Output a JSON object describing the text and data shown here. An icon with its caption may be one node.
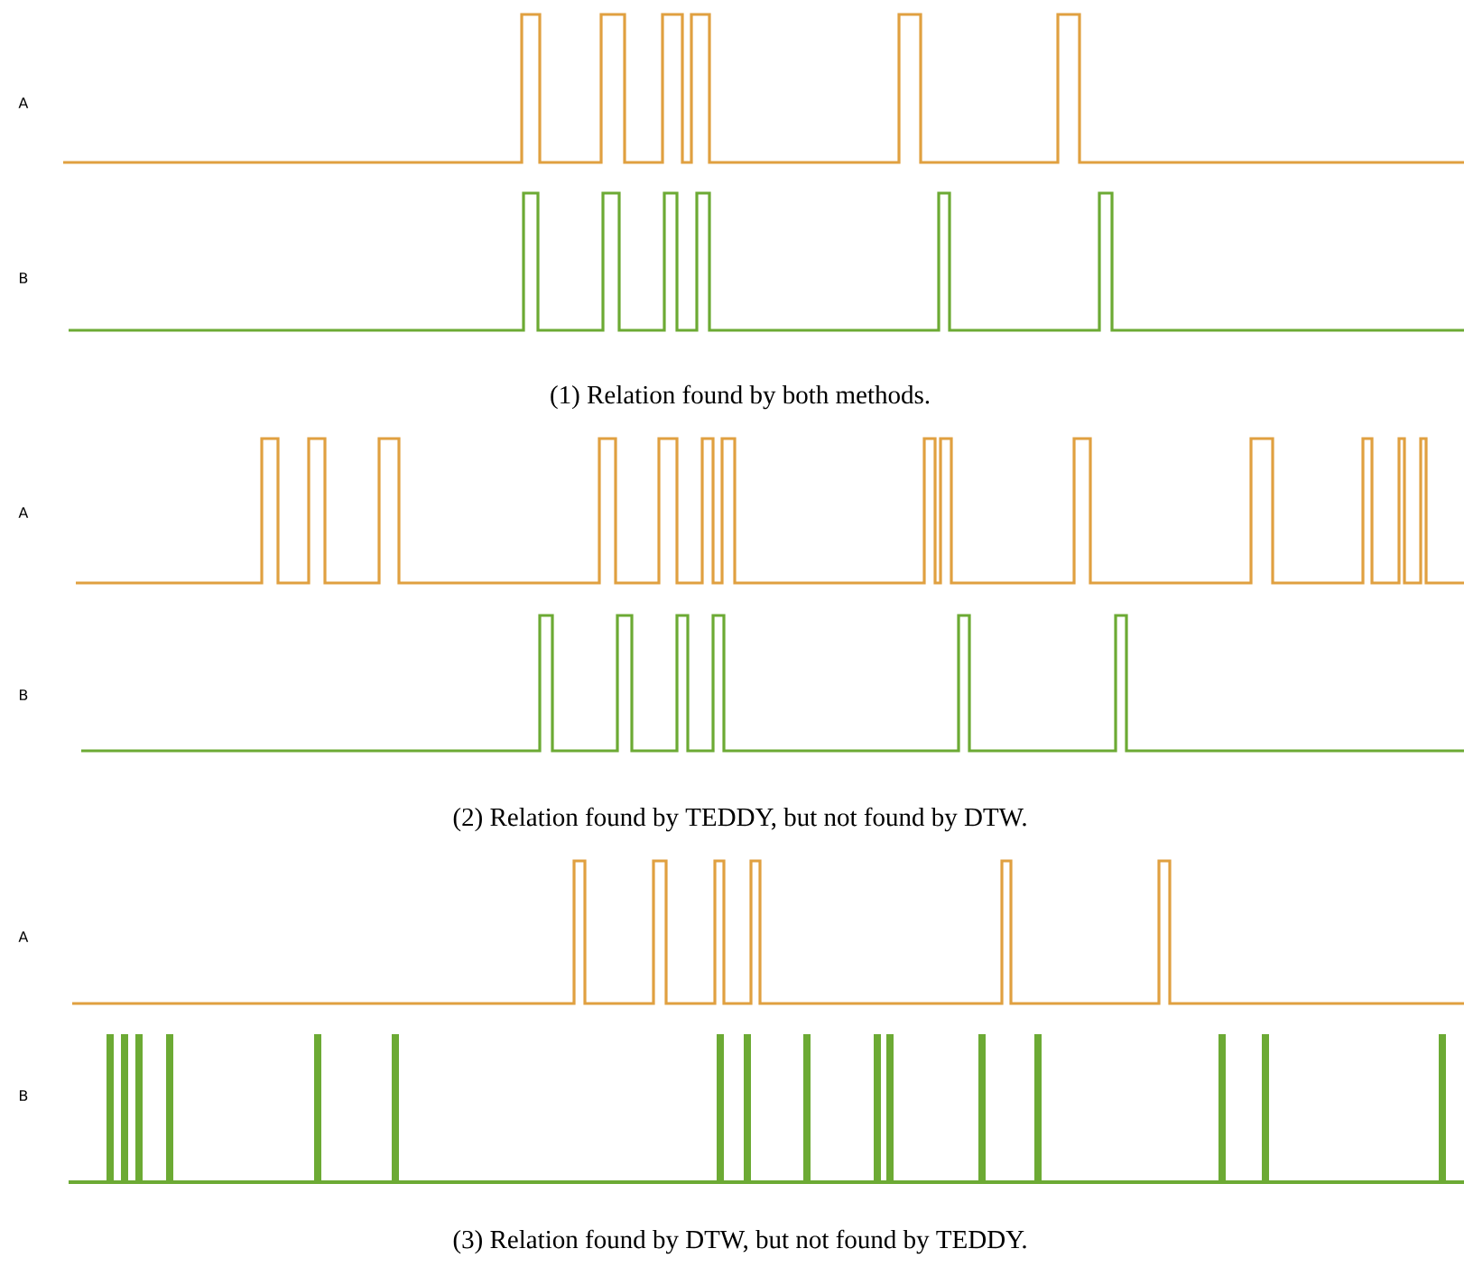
{
  "diagram": {
    "labels": [
      "A",
      "B",
      "(1) Relation found by both methods.",
      "A",
      "B",
      "(2) Relation found by TEDDY, but not found by DTW.",
      "A",
      "B",
      "(3) Relation found by DTW, but not found by TEDDY."
    ]
  }
}
